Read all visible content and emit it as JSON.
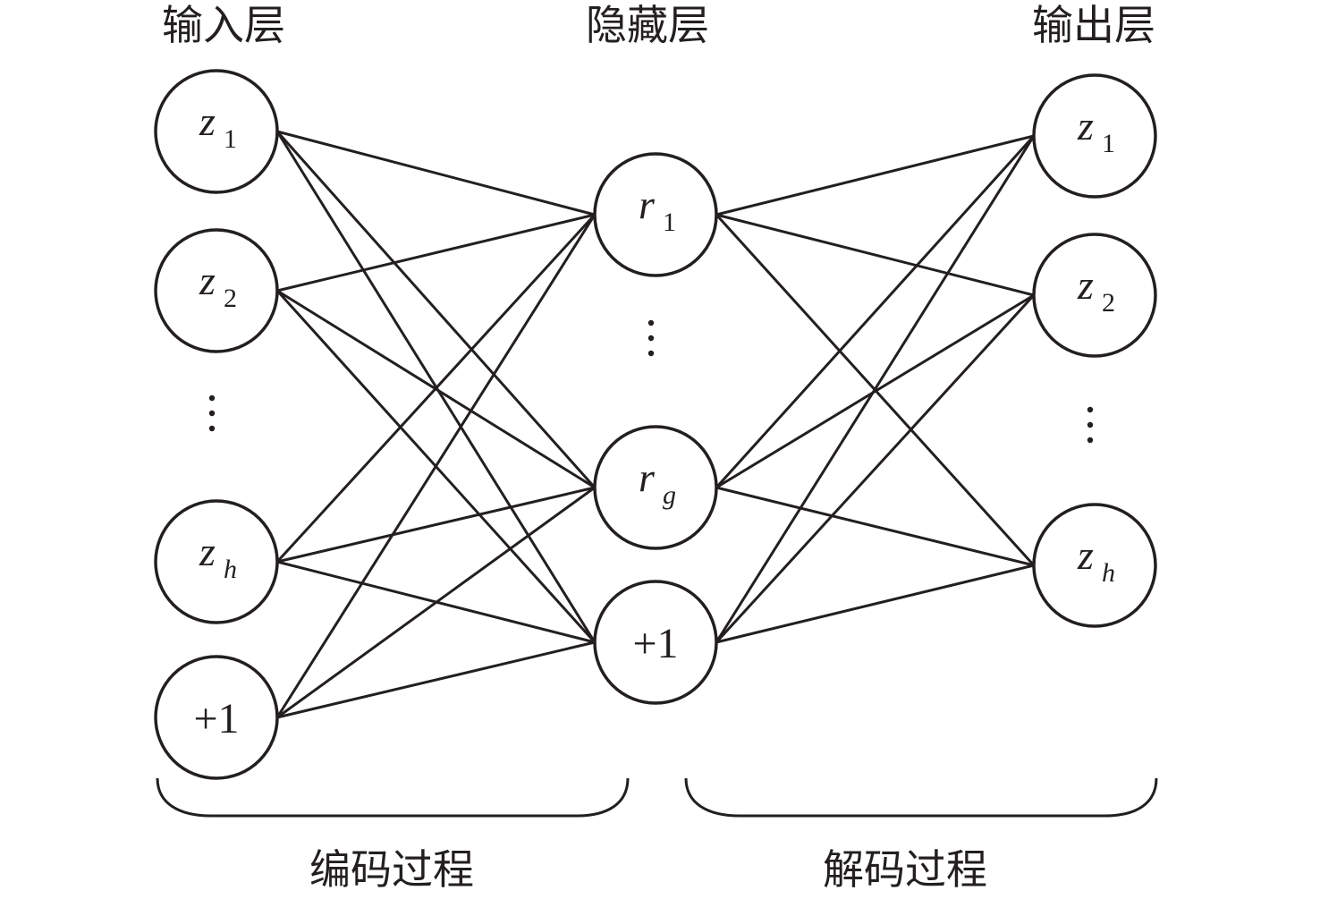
{
  "layers": [
    {
      "id": "input",
      "title": "输入层",
      "nodes": [
        {
          "id": "in_z1",
          "var": "z",
          "sub": "1",
          "sub_italic": false
        },
        {
          "id": "in_z2",
          "var": "z",
          "sub": "2",
          "sub_italic": false
        },
        {
          "id": "in_ellipsis",
          "ellipsis": true
        },
        {
          "id": "in_zh",
          "var": "z",
          "sub": "h",
          "sub_italic": true
        },
        {
          "id": "in_bias",
          "bias": "+1"
        }
      ]
    },
    {
      "id": "hidden",
      "title": "隐藏层",
      "nodes": [
        {
          "id": "hid_r1",
          "var": "r",
          "sub": "1",
          "sub_italic": false
        },
        {
          "id": "hid_ellipsis",
          "ellipsis": true
        },
        {
          "id": "hid_rg",
          "var": "r",
          "sub": "g",
          "sub_italic": true
        },
        {
          "id": "hid_bias",
          "bias": "+1"
        }
      ]
    },
    {
      "id": "output",
      "title": "输出层",
      "nodes": [
        {
          "id": "out_z1",
          "var": "z",
          "sub": "1",
          "sub_italic": false
        },
        {
          "id": "out_z2",
          "var": "z",
          "sub": "2",
          "sub_italic": false
        },
        {
          "id": "out_ellipsis",
          "ellipsis": true
        },
        {
          "id": "out_zh",
          "var": "z",
          "sub": "h",
          "sub_italic": true
        }
      ]
    }
  ],
  "edges": [
    [
      "in_z1",
      "hid_r1"
    ],
    [
      "in_z1",
      "hid_rg"
    ],
    [
      "in_z1",
      "hid_bias"
    ],
    [
      "in_z2",
      "hid_r1"
    ],
    [
      "in_z2",
      "hid_rg"
    ],
    [
      "in_z2",
      "hid_bias"
    ],
    [
      "in_zh",
      "hid_r1"
    ],
    [
      "in_zh",
      "hid_rg"
    ],
    [
      "in_zh",
      "hid_bias"
    ],
    [
      "in_bias",
      "hid_r1"
    ],
    [
      "in_bias",
      "hid_rg"
    ],
    [
      "in_bias",
      "hid_bias"
    ],
    [
      "hid_r1",
      "out_z1"
    ],
    [
      "hid_r1",
      "out_z2"
    ],
    [
      "hid_r1",
      "out_zh"
    ],
    [
      "hid_rg",
      "out_z1"
    ],
    [
      "hid_rg",
      "out_z2"
    ],
    [
      "hid_rg",
      "out_zh"
    ],
    [
      "hid_bias",
      "out_z1"
    ],
    [
      "hid_bias",
      "out_z2"
    ],
    [
      "hid_bias",
      "out_zh"
    ]
  ],
  "processes": [
    {
      "id": "encode",
      "label": "编码过程",
      "from_layer": "input",
      "to_layer": "hidden"
    },
    {
      "id": "decode",
      "label": "解码过程",
      "from_layer": "hidden",
      "to_layer": "output"
    }
  ],
  "colors": {
    "ink": "#231f20",
    "background": "#ffffff"
  }
}
